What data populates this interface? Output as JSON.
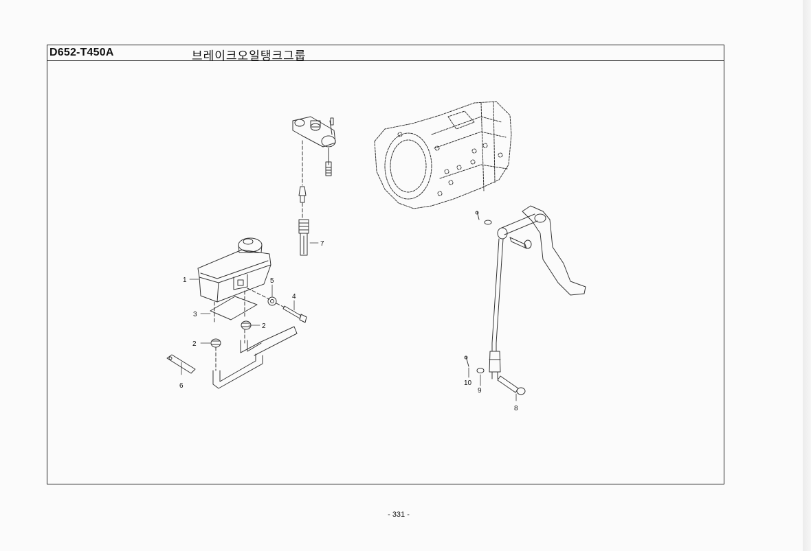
{
  "header": {
    "model_code": "D652-T450A",
    "group_title": "브레이크오일탱크그룹"
  },
  "callouts": [
    {
      "id": "1",
      "label": "1"
    },
    {
      "id": "2a",
      "label": "2"
    },
    {
      "id": "2b",
      "label": "2"
    },
    {
      "id": "3",
      "label": "3"
    },
    {
      "id": "4",
      "label": "4"
    },
    {
      "id": "5",
      "label": "5"
    },
    {
      "id": "6",
      "label": "6"
    },
    {
      "id": "7",
      "label": "7"
    },
    {
      "id": "8",
      "label": "8"
    },
    {
      "id": "9",
      "label": "9"
    },
    {
      "id": "10",
      "label": "10"
    }
  ],
  "footer": {
    "page_number": "- 331 -"
  }
}
